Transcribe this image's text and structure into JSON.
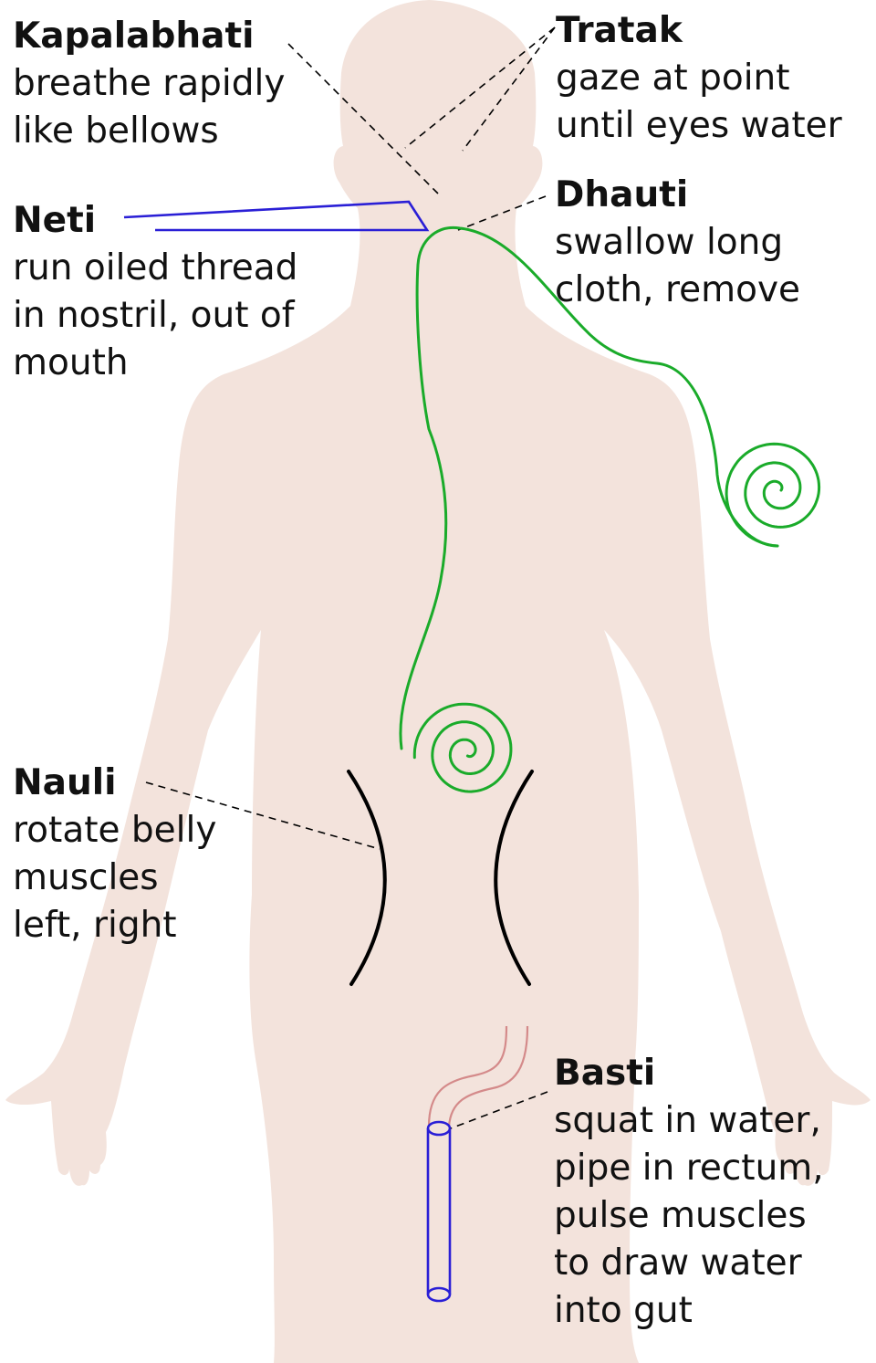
{
  "labels": {
    "kapalabhati": {
      "title": "Kapalabhati",
      "lines": [
        "breathe rapidly",
        "like bellows"
      ]
    },
    "tratak": {
      "title": "Tratak",
      "lines": [
        "gaze at point",
        "until eyes water"
      ]
    },
    "neti": {
      "title": "Neti",
      "lines": [
        "run oiled thread",
        "in nostril, out of",
        "mouth"
      ]
    },
    "dhauti": {
      "title": "Dhauti",
      "lines": [
        "swallow long",
        "cloth, remove"
      ]
    },
    "nauli": {
      "title": "Nauli",
      "lines": [
        "rotate belly",
        "muscles",
        "left, right"
      ]
    },
    "basti": {
      "title": "Basti",
      "lines": [
        "squat in water,",
        "pipe in rectum,",
        "pulse muscles",
        "to draw water",
        "into gut"
      ]
    }
  },
  "colors": {
    "body": "#f3e3dc",
    "neti_thread": "#2a1fd6",
    "dhauti_cloth": "#1aab2a",
    "nauli_muscles": "#000000",
    "basti_tube": "#d48a8a",
    "basti_pipe": "#2a1fd6",
    "leader_lines": "#000000"
  }
}
